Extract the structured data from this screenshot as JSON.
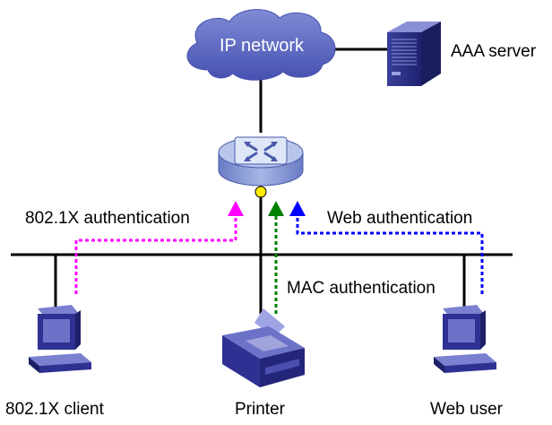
{
  "cloud": {
    "label": "IP network"
  },
  "server": {
    "label": "AAA server",
    "icon": "server-tower-icon"
  },
  "switch": {
    "icon": "switch-router-icon"
  },
  "devices": [
    {
      "id": "client",
      "label": "802.1X client",
      "icon": "desktop-computer-icon"
    },
    {
      "id": "printer",
      "label": "Printer",
      "icon": "printer-icon"
    },
    {
      "id": "webuser",
      "label": "Web user",
      "icon": "desktop-computer-icon"
    }
  ],
  "auth_paths": [
    {
      "id": "dot1x",
      "label": "802.1X authentication",
      "color": "#ff00ff"
    },
    {
      "id": "mac",
      "label": "MAC authentication",
      "color": "#008000"
    },
    {
      "id": "web",
      "label": "Web authentication",
      "color": "#0000ff"
    }
  ],
  "colors": {
    "device_body": "#2e3192",
    "device_light": "#6d72c9",
    "cloud": "#5b67c3",
    "switch_top": "#8fa3d8"
  }
}
